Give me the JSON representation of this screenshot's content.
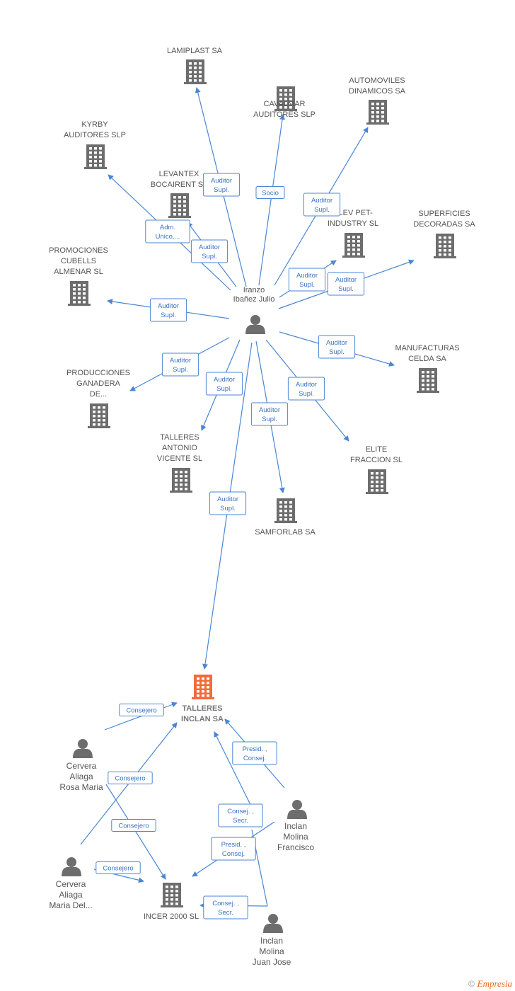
{
  "center_person": {
    "name_lines": [
      "Iranzo",
      "Ibañez Julio"
    ]
  },
  "companies": {
    "lamiplast": {
      "lines": [
        "LAMIPLAST SA"
      ]
    },
    "cavalmar": {
      "lines": [
        "CAVALMAR",
        "AUDITORES SLP"
      ]
    },
    "automoviles": {
      "lines": [
        "AUTOMOVILES",
        "DINAMICOS SA"
      ]
    },
    "kyrby": {
      "lines": [
        "KYRBY",
        "AUDITORES SLP"
      ]
    },
    "levantex": {
      "lines": [
        "LEVANTEX",
        "BOCAIRENT SL"
      ]
    },
    "elevpet": {
      "lines": [
        "ELEV PET-",
        "INDUSTRY  SL"
      ]
    },
    "superficies": {
      "lines": [
        "SUPERFICIES",
        "DECORADAS SA"
      ]
    },
    "promociones": {
      "lines": [
        "PROMOCIONES",
        "CUBELLS",
        "ALMENAR SL"
      ]
    },
    "manufacturas": {
      "lines": [
        "MANUFACTURAS",
        "CELDA SA"
      ]
    },
    "producciones": {
      "lines": [
        "PRODUCCIONES",
        "GANADERA",
        "DE..."
      ]
    },
    "talleres_antonio": {
      "lines": [
        "TALLERES",
        "ANTONIO",
        "VICENTE SL"
      ]
    },
    "elite": {
      "lines": [
        "ELITE",
        "FRACCION SL"
      ]
    },
    "samforlab": {
      "lines": [
        "SAMFORLAB SA"
      ]
    },
    "talleres_inclan": {
      "lines": [
        "TALLERES",
        "INCLAN SA"
      ]
    },
    "incer": {
      "lines": [
        "INCER 2000 SL"
      ]
    }
  },
  "persons": {
    "cervera_rosa": {
      "lines": [
        "Cervera",
        "Aliaga",
        "Rosa Maria"
      ]
    },
    "cervera_maria": {
      "lines": [
        "Cervera",
        "Aliaga",
        "Maria Del..."
      ]
    },
    "inclan_francisco": {
      "lines": [
        "Inclan",
        "Molina",
        "Francisco"
      ]
    },
    "inclan_juan": {
      "lines": [
        "Inclan",
        "Molina",
        "Juan Jose"
      ]
    }
  },
  "relations": {
    "lamiplast": [
      "Auditor",
      "Supl."
    ],
    "cavalmar": [
      "Socio"
    ],
    "automoviles": [
      "Auditor",
      "Supl."
    ],
    "kyrby": [
      "Adm.",
      "Unico,..."
    ],
    "levantex": [
      "Auditor",
      "Supl."
    ],
    "elevpet": [
      "Auditor",
      "Supl."
    ],
    "superficies": [
      "Auditor",
      "Supl."
    ],
    "promociones": [
      "Auditor",
      "Supl."
    ],
    "manufacturas": [
      "Auditor",
      "Supl."
    ],
    "producciones": [
      "Auditor",
      "Supl."
    ],
    "talleres_antonio": [
      "Auditor",
      "Supl."
    ],
    "elite": [
      "Auditor",
      "Supl."
    ],
    "samforlab": [
      "Auditor",
      "Supl."
    ],
    "talleres_inclan": [
      "Auditor",
      "Supl."
    ],
    "rosa_talleres": [
      "Consejero"
    ],
    "maria_talleres": [
      "Consejero"
    ],
    "rosa_incer": [
      "Consejero"
    ],
    "maria_incer": [
      "Consejero"
    ],
    "francisco_talleres": [
      "Presid. ,",
      "Consej."
    ],
    "juan_talleres": [
      "Consej. ,",
      "Secr."
    ],
    "francisco_incer": [
      "Presid. ,",
      "Consej."
    ],
    "juan_incer": [
      "Consej. ,",
      "Secr."
    ]
  },
  "colors": {
    "edge": "#4a86d4",
    "building": "#6d6d6d",
    "highlight": "#f26b3a",
    "person": "#6d6d6d"
  },
  "footer": {
    "copyright": "©",
    "brand": "Empresia"
  }
}
